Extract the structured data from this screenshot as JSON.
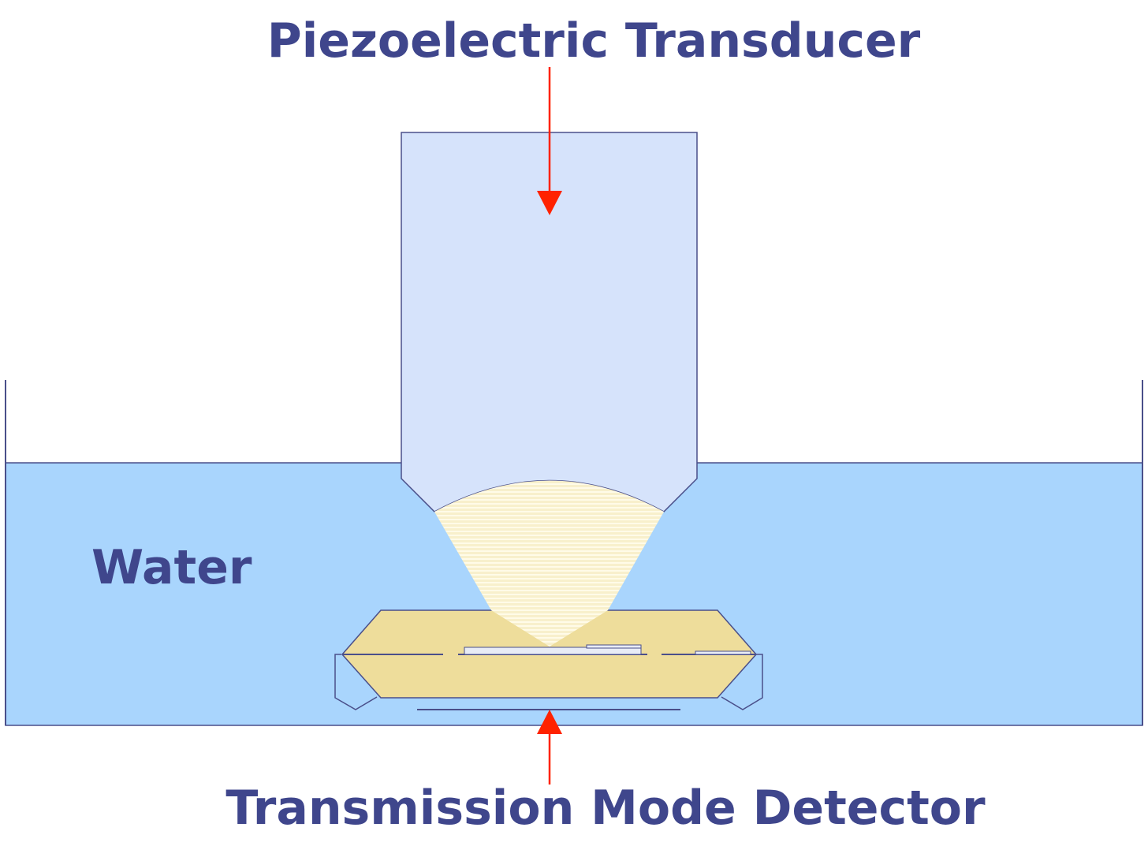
{
  "labels": {
    "transducer": "Piezoelectric Transducer",
    "water": "Water",
    "detector": "Transmission Mode Detector"
  },
  "colors": {
    "label_text": "#3f468c",
    "outline": "#4a4f8a",
    "water_fill": "#a9d5fd",
    "transducer_fill": "#d6e3fb",
    "beam_fill": "#f8f0cc",
    "beam_stripe": "#fffbe8",
    "sample_fill": "#eedd9b",
    "arrow": "#ff2200"
  }
}
